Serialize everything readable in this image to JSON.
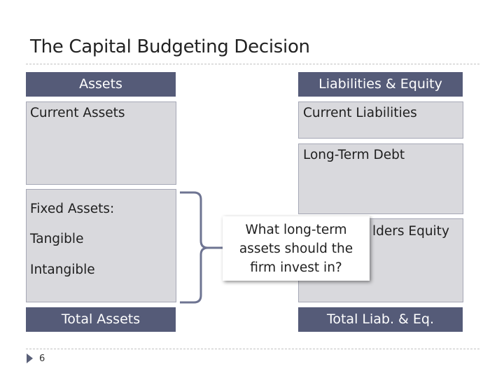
{
  "slide": {
    "title": "The Capital Budgeting Decision",
    "page_number": "6"
  },
  "assets": {
    "header": "Assets",
    "current": "Current Assets",
    "fixed": {
      "label": "Fixed Assets:",
      "tangible": "Tangible",
      "intangible": "Intangible"
    },
    "total": "Total Assets"
  },
  "liabilities": {
    "header": "Liabilities & Equity",
    "current": "Current Liabilities",
    "long_term": "Long-Term Debt",
    "equity": "Shareholders Equity",
    "equity_visible": "lders Equity",
    "total": "Total Liab. & Eq."
  },
  "callout": {
    "line1": "What long-term",
    "line2": "assets should the",
    "line3": "firm invest in?"
  },
  "colors": {
    "header_fill": "#555b78",
    "box_fill": "#d9d9dd",
    "brace": "#6e7492"
  }
}
